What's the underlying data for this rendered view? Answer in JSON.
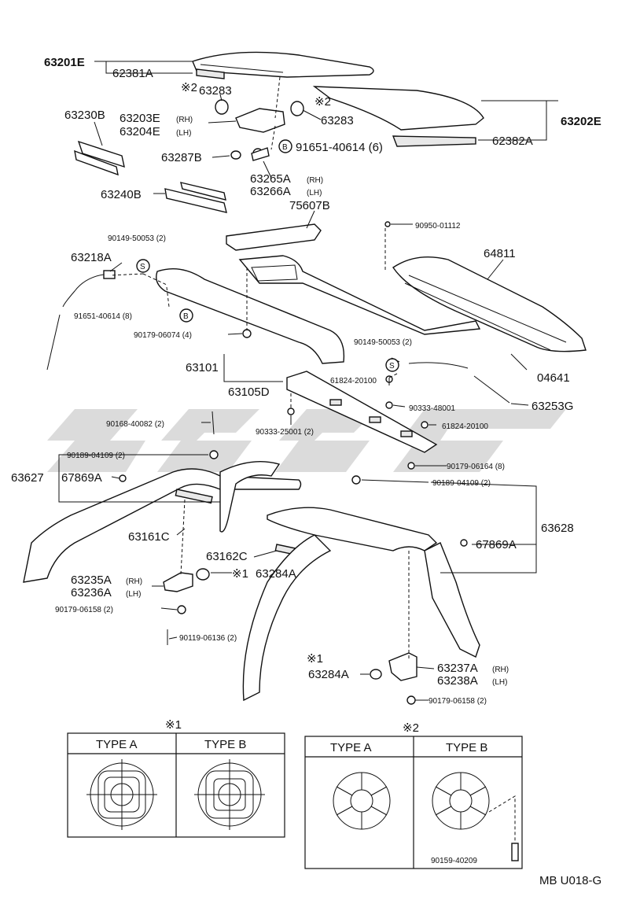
{
  "labels": {
    "p63201E": "63201E",
    "p62381A": "62381A",
    "note2a": "※2",
    "p63283a": "63283",
    "note2b": "※2",
    "p63283b": "63283",
    "p63202E": "63202E",
    "p62382A": "62382A",
    "p63230B": "63230B",
    "p63203E": "63203E",
    "rh1": "(RH)",
    "p63204E": "63204E",
    "lh1": "(LH)",
    "p63287B": "63287B",
    "p91651a": "91651-40614 (6)",
    "p63265A": "63265A",
    "rh2": "(RH)",
    "p63266A": "63266A",
    "lh2": "(LH)",
    "p63240B": "63240B",
    "p75607B": "75607B",
    "p90950": "90950-01112",
    "p90149a": "90149-50053 (2)",
    "p63218A": "63218A",
    "p64811": "64811",
    "p91651b": "91651-40614 (8)",
    "p90179a": "90179-06074 (4)",
    "p90149b": "90149-50053 (2)",
    "p63101": "63101",
    "p61824a": "61824-20100",
    "p04641": "04641",
    "p63105D": "63105D",
    "p90333a": "90333-48001",
    "p63253G": "63253G",
    "p90168": "90168-40082 (2)",
    "p90333b": "90333-25001 (2)",
    "p61824b": "61824-20100",
    "p90189a": "90189-04109 (2)",
    "p90179b": "90179-06164 (8)",
    "p63627": "63627",
    "p67869Aa": "67869A",
    "p90189b": "90189-04109 (2)",
    "p63628": "63628",
    "p63161C": "63161C",
    "p67869Ab": "67869A",
    "p63162C": "63162C",
    "note1a": "※1",
    "p63284Aa": "63284A",
    "p63235A": "63235A",
    "rh3": "(RH)",
    "p63236A": "63236A",
    "lh3": "(LH)",
    "p90179c": "90179-06158 (2)",
    "p90119": "90119-06136 (2)",
    "note1b": "※1",
    "p63284Ab": "63284A",
    "p63237A": "63237A",
    "rh4": "(RH)",
    "p63238A": "63238A",
    "lh4": "(LH)",
    "p90179d": "90179-06158 (2)",
    "table1_title": "※1",
    "table1_typeA": "TYPE A",
    "table1_typeB": "TYPE B",
    "table2_title": "※2",
    "table2_typeA": "TYPE A",
    "table2_typeB": "TYPE B",
    "p90159": "90159-40209",
    "footer_code": "MB U018-G"
  },
  "symbols": {
    "s_a": "S",
    "b_a": "B",
    "b_b": "B",
    "s_b": "S"
  }
}
